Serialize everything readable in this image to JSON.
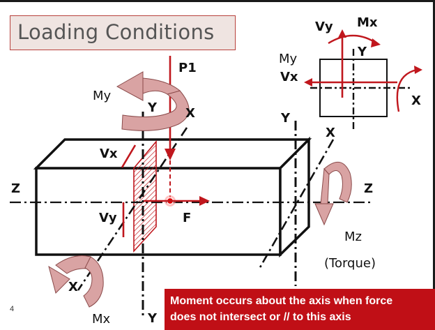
{
  "title": "Loading Conditions",
  "labels": {
    "p1": "P1",
    "my": "My",
    "vx": "Vx",
    "vy": "Vy",
    "f": "F",
    "mx": "Mx",
    "mz": "Mz",
    "torque": "(Torque)",
    "z_left": "Z",
    "z_right": "Z",
    "x_top": "X",
    "x_mid": "X",
    "x_bottom": "X",
    "y_top": "Y",
    "y_right": "Y",
    "y_bottom": "Y"
  },
  "inset": {
    "vy": "Vy",
    "mx": "Mx",
    "my": "My",
    "vx": "Vx",
    "y": "Y",
    "x": "X"
  },
  "note": {
    "line1": "Moment occurs about the axis when force",
    "line2": "does not intersect or // to this axis"
  },
  "page_number": "4",
  "colors": {
    "force_red": "#c0171d",
    "arrow_fill": "#d9a3a3",
    "arrow_stroke": "#8a4a4a",
    "note_bg": "#c00f16",
    "title_bg": "#efe4e1"
  }
}
